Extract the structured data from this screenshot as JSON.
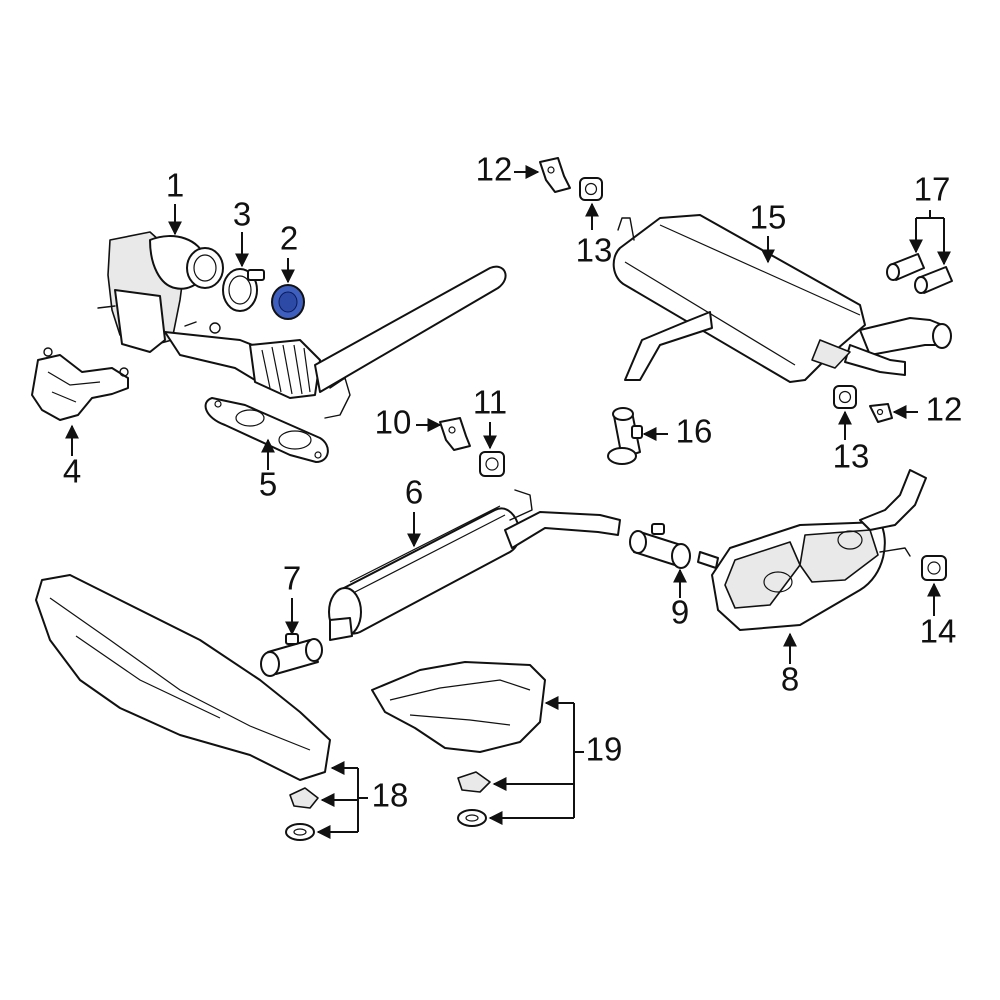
{
  "callouts": {
    "c1": "1",
    "c2": "2",
    "c3": "3",
    "c4": "4",
    "c5": "5",
    "c6": "6",
    "c7": "7",
    "c8": "8",
    "c9": "9",
    "c10": "10",
    "c11": "11",
    "c12a": "12",
    "c12b": "12",
    "c13a": "13",
    "c13b": "13",
    "c14": "14",
    "c15": "15",
    "c16": "16",
    "c17": "17",
    "c18": "18",
    "c19": "19"
  },
  "highlighted_part": "2",
  "colors": {
    "highlight": "#3f5fbf",
    "line": "#111111",
    "shade": "#e9e9e9"
  },
  "icons": [
    "arrow-head-icon"
  ]
}
